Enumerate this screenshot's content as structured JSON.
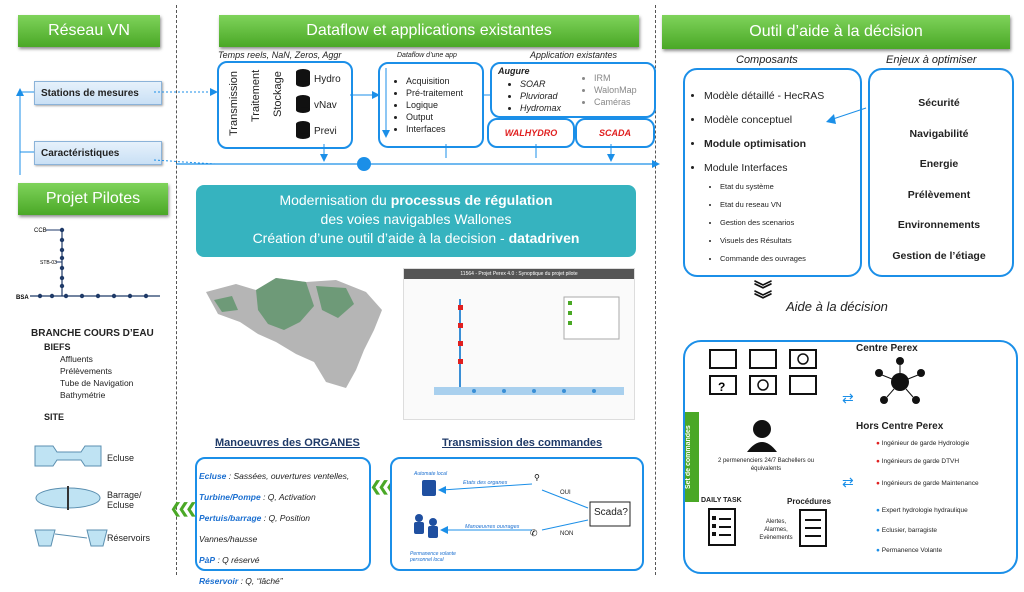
{
  "banners": {
    "reseau": "Réseau VN",
    "dataflow": "Dataflow et applications existantes",
    "outil": "Outil d’aide à la décision",
    "projet": "Projet Pilotes"
  },
  "left": {
    "stations": "Stations de mesures",
    "caracteristiques": "Caractéristiques",
    "branche": "BRANCHE COURS D’EAU",
    "biefs": "BIEFS",
    "biefs_items": [
      "Affluents",
      "Prélèvements",
      "Tube de Navigation",
      "Bathymétrie"
    ],
    "site": "SITE",
    "site_items": [
      "Ecluse",
      "Barrage/ Ecluse",
      "Réservoirs"
    ],
    "chain_labels": {
      "ccb": "CCB",
      "stb": "STB-03",
      "bsa": "BSA"
    }
  },
  "dataflow": {
    "heading_temps": "Temps reels, NaN, Zeros, Aggr",
    "heading_app": "Dataflow d’une app",
    "heading_existing": "Application existantes",
    "stack_vertical": [
      "Transmission",
      "Traitement",
      "Stockage"
    ],
    "stores": [
      "Hydro",
      "vNav",
      "Previ"
    ],
    "app_steps": [
      "Acquisition",
      "Pré-traitement",
      "Logique",
      "Output",
      "Interfaces"
    ],
    "augure_title": "Augure",
    "augure_items": [
      "SOAR",
      "Pluviorad",
      "Hydromax"
    ],
    "gray_items": [
      "IRM",
      "WalonMap",
      "Caméras"
    ],
    "walhydro": "WALHYDRO",
    "scada": "SCADA"
  },
  "central": {
    "line1a": "Modernisation du ",
    "line1b": "processus de régulation",
    "line2": "des voies navigables Wallones",
    "line3a": "Création d’une outil d’aide à la decision - ",
    "line3b": "datadriven"
  },
  "synoptic": {
    "title": "11564 - Projet Perex 4.0 : Synoptique du projet pilote"
  },
  "organes": {
    "title": "Manoeuvres des ORGANES",
    "rows": [
      {
        "k": "Ecluse",
        "v": " : Sassées, ouvertures ventelles,"
      },
      {
        "k": "Turbine/Pompe",
        "v": " : Q, Activation"
      },
      {
        "k": "Pertuis/barrage",
        "v": " : Q, Position Vannes/hausse"
      },
      {
        "k": "PàP",
        "v": " : Q réservé"
      },
      {
        "k": "Réservoir",
        "v": " : Q, “lâché”"
      }
    ]
  },
  "transmission": {
    "title": "Transmission des commandes",
    "automate": "Automate local",
    "etats": "Etats des organes",
    "manoeuvres": "Manoeuvres ouvrages",
    "permanence": "Permanence volante personnel local",
    "scada_q": "Scada?",
    "oui": "OUI",
    "non": "NON"
  },
  "outil": {
    "composants_title": "Composants",
    "enjeux_title": "Enjeux à optimiser",
    "composants": [
      "Modèle détaillé - HecRAS",
      "Modèle conceptuel",
      "Module optimisation",
      "Module Interfaces"
    ],
    "sub": [
      "Etat du système",
      "Etat du reseau VN",
      "Gestion des scenarios",
      "Visuels des Résultats",
      "Commande des ouvrages"
    ],
    "enjeux": [
      "Sécurité",
      "Navigabilité",
      "Energie",
      "Prélèvement",
      "Environnements",
      "Gestion de l’étiage"
    ],
    "aide": "Aide à la décision"
  },
  "perex": {
    "set": "Set de commandes",
    "centre": "Centre Perex",
    "hors": "Hors Centre Perex",
    "perm": "2 permenenciers 24/7 Bachellers ou équivalents",
    "daily": "DAILY TASK",
    "procedures": "Procédures",
    "alertes": "Alertes, Alarmes, Evènements",
    "hors_items": [
      "Ingénieur de garde Hydrologie",
      "Ingénieurs de garde DTVH",
      "Ingénieurs de garde Maintenance",
      "Expert hydrologie hydraulique",
      "Eclusier, barragiste",
      "Permanence Volante"
    ]
  },
  "colors": {
    "green": "#4aa826",
    "blue": "#1b8fe8",
    "red": "#e02020",
    "teal": "#36b3bf"
  }
}
